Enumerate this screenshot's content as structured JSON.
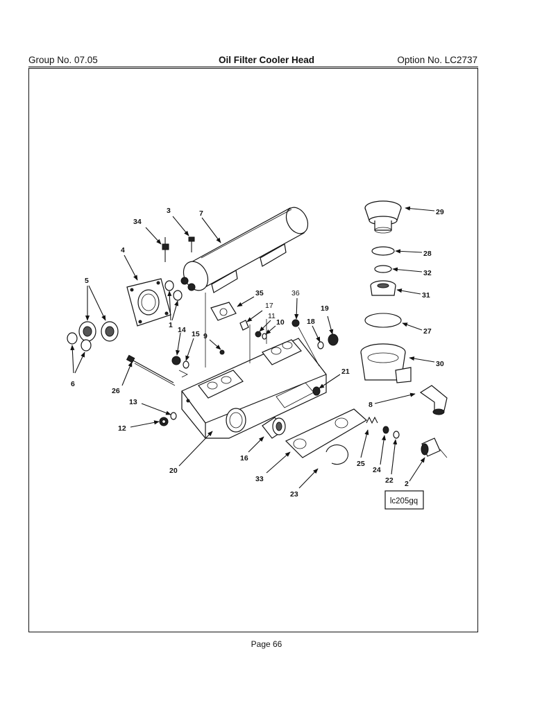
{
  "header": {
    "group": "Group No. 07.05",
    "title": "Oil Filter Cooler Head",
    "option": "Option No. LC2737"
  },
  "footer": {
    "page": "Page 66"
  },
  "figure_ref": "lc205gq",
  "callouts": {
    "c1": "1",
    "c2": "2",
    "c3": "3",
    "c4": "4",
    "c5": "5",
    "c6": "6",
    "c7": "7",
    "c8": "8",
    "c9": "9",
    "c10": "10",
    "c11": "11",
    "c12": "12",
    "c13": "13",
    "c14": "14",
    "c15": "15",
    "c16": "16",
    "c17": "17",
    "c18": "18",
    "c19": "19",
    "c20": "20",
    "c21": "21",
    "c22": "22",
    "c23": "23",
    "c24": "24",
    "c25": "25",
    "c26": "26",
    "c27": "27",
    "c28": "28",
    "c29": "29",
    "c30": "30",
    "c31": "31",
    "c32": "32",
    "c33": "33",
    "c34": "34",
    "c35": "35",
    "c36": "36"
  }
}
